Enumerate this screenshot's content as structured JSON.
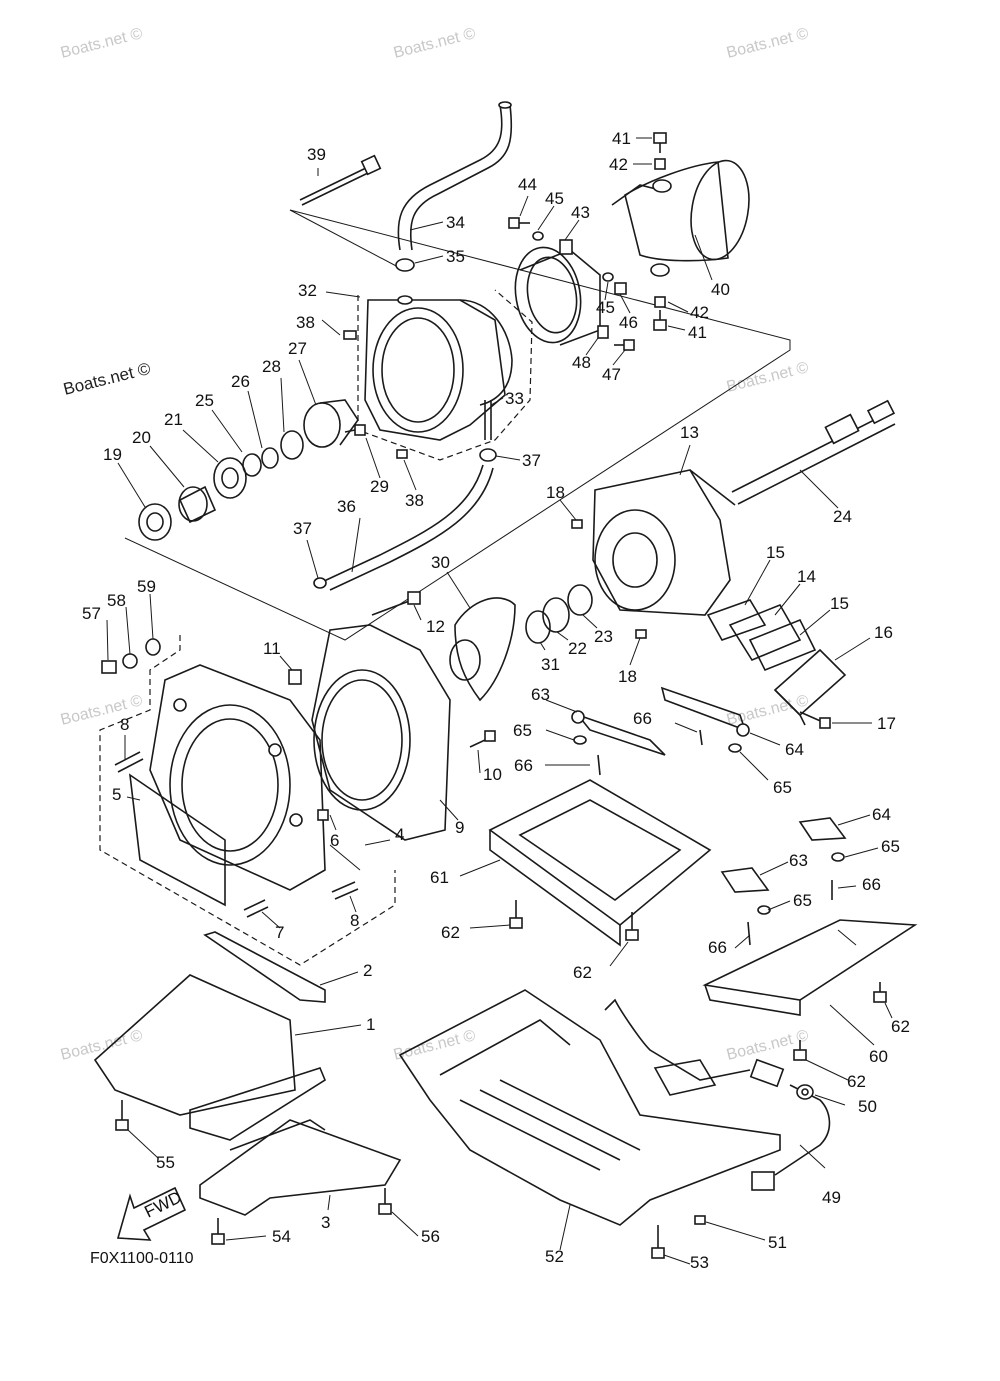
{
  "watermarks": [
    "Boats.net ©",
    "Boats.net ©",
    "Boats.net ©",
    "Boats.net ©",
    "Boats.net ©",
    "Boats.net ©",
    "Boats.net ©",
    "Boats.net ©",
    "Boats.net ©"
  ],
  "watermark_dark": "Boats.net ©",
  "diagram_code": "F0X1100-0110",
  "fwd_label": "FWD",
  "callouts": [
    "39",
    "34",
    "35",
    "32",
    "38",
    "27",
    "28",
    "26",
    "25",
    "21",
    "20",
    "19",
    "29",
    "38",
    "37",
    "33",
    "44",
    "45",
    "43",
    "41",
    "42",
    "40",
    "42",
    "41",
    "45",
    "46",
    "48",
    "47",
    "36",
    "37",
    "13",
    "18",
    "24",
    "30",
    "12",
    "15",
    "14",
    "15",
    "16",
    "57",
    "58",
    "59",
    "11",
    "18",
    "31",
    "22",
    "23",
    "17",
    "8",
    "63",
    "65",
    "66",
    "66",
    "64",
    "65",
    "10",
    "9",
    "5",
    "6",
    "4",
    "8",
    "7",
    "61",
    "64",
    "65",
    "63",
    "66",
    "65",
    "66",
    "62",
    "62",
    "2",
    "1",
    "60",
    "62",
    "62",
    "55",
    "50",
    "49",
    "3",
    "54",
    "56",
    "52",
    "51",
    "53"
  ]
}
